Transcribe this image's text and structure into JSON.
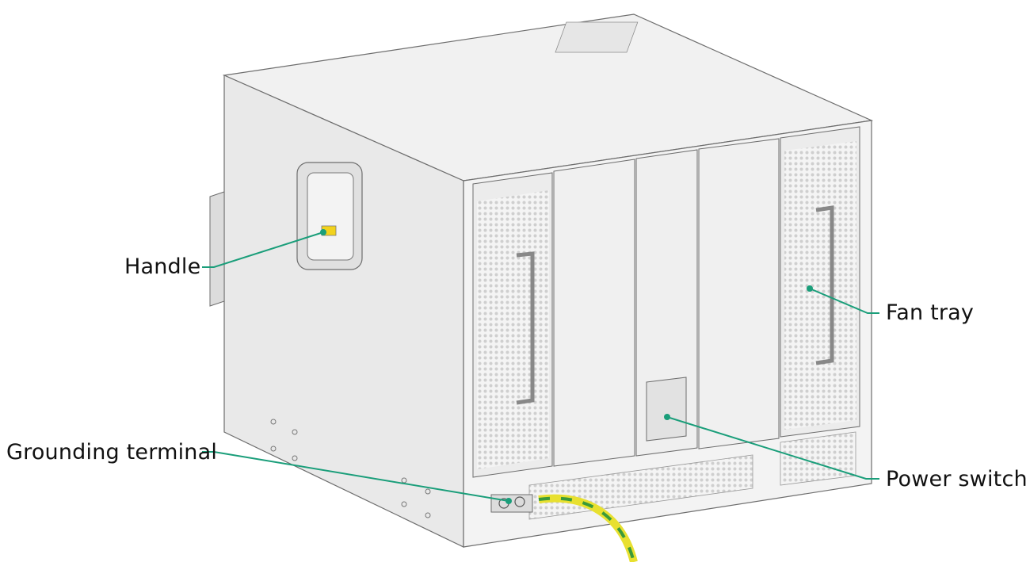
{
  "labels": {
    "handle": "Handle",
    "fan_tray": "Fan tray",
    "grounding_terminal": "Grounding terminal",
    "power_switch": "Power switch"
  },
  "colors": {
    "callout": "#1a9e7a",
    "chassis_front": "#f2f2f2",
    "chassis_side": "#e8e8e8",
    "chassis_top": "#f0f0f0",
    "outline": "#6e6e6e",
    "cable_yellow": "#e8e030",
    "cable_green": "#3a9a3a"
  }
}
